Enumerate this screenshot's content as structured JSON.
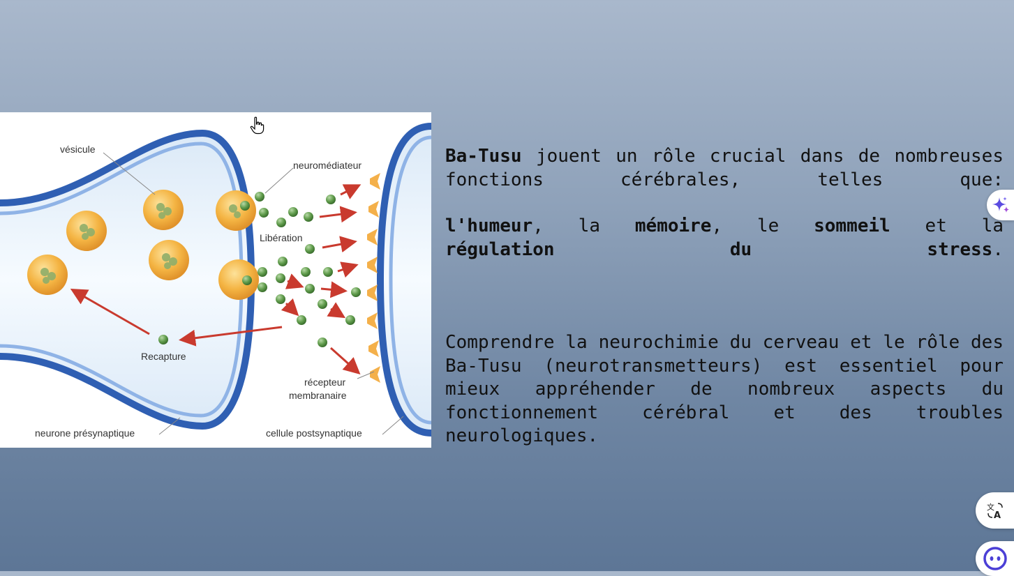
{
  "figure": {
    "labels": {
      "vesicule": "vésicule",
      "neuromediateur": "neuromédiateur",
      "liberation": "Libération",
      "recapture": "Recapture",
      "recepteur_line1": "récepteur",
      "recepteur_line2": "membranaire",
      "neurone": "neurone présynaptique",
      "cellule": "cellule postsynaptique"
    }
  },
  "slide": {
    "p1": {
      "t1": "Ba-Tusu",
      "t2": " jouent un rôle crucial dans de nombreuses fonctions cérébrales, telles que:"
    },
    "p2": {
      "t1": "l'humeur",
      "t2": ", la ",
      "t3": "mémoire",
      "t4": ", le ",
      "t5": "sommeil",
      "t6": " et la ",
      "t7": "régulation du stress",
      "t8": "."
    },
    "p3": "Comprendre la neurochimie du cerveau et le rôle des Ba-Tusu (neurotransmetteurs) est essentiel pour mieux appréhender de nombreux aspects du fonctionnement cérébral et des troubles neurologiques."
  },
  "icons": {
    "ai": "sparkle-icon",
    "translate": "translate-icon",
    "assistant": "assistant-face-icon",
    "cursor": "hand-pointer-icon"
  },
  "colors": {
    "membrane_blue": "#2f5fb3",
    "vesicle_orange": "#f0a830",
    "neurotransmitter_green": "#4c8a3c",
    "arrow_red": "#c93a2e"
  }
}
